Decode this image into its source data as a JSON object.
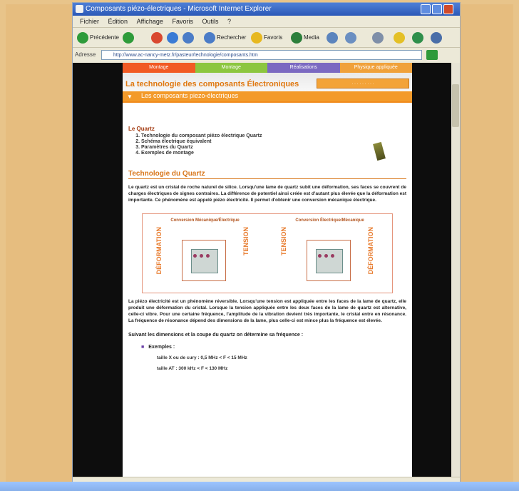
{
  "browser": {
    "title": "Composants piézo-électriques - Microsoft Internet Explorer",
    "menu": [
      "Fichier",
      "Édition",
      "Affichage",
      "Favoris",
      "Outils",
      "?"
    ],
    "toolbar": {
      "back": "Précédente",
      "search": "Rechercher",
      "favorites": "Favoris",
      "media": "Media"
    },
    "address_label": "Adresse",
    "address_value": "http://www.ac-nancy-metz.fr/pasteur/technologie/composants.htm"
  },
  "page": {
    "nav": [
      {
        "label": "Montage",
        "color": "#f15a24"
      },
      {
        "label": "Montage",
        "color": "#8cc63f"
      },
      {
        "label": "Réalisations",
        "color": "#7b69c1"
      },
      {
        "label": "Physique appliquée",
        "color": "#f0a13a"
      }
    ],
    "banner_title": "La technologie des composants Électroniques",
    "banner_select": "· · · · · · · · ·",
    "subbar_title": "Les composants piezo-électriques",
    "toc_title": "Le Quartz",
    "toc": [
      "Technologie du composant piézo électrique Quartz",
      "Schéma électrique équivalent",
      "Paramètres du Quartz",
      "Exemples de montage"
    ],
    "section_title": "Technologie du Quartz",
    "para1": "Le quartz est un cristal de roche naturel de silice. Lorsqu'une lame de quartz subit une déformation, ses faces se couvrent de charges électriques de signes contraires. La différence de potentiel ainsi créée est d'autant plus élevée que la déformation est importante. Ce phénomène est appelé piézo électricité. Il permet d'obtenir une conversion mécanique électrique.",
    "diagram": {
      "left_title": "Conversion Mécanique/Électrique",
      "right_title": "Conversion Électrique/Mécanique",
      "left_v1": "DÉFORMATION",
      "left_v2": "TENSION",
      "right_v1": "TENSION",
      "right_v2": "DÉFORMATION"
    },
    "para2": "La piézo électricité est un phénomène réversible. Lorsqu'une tension est appliquée entre les faces de la lame de quartz, elle produit une déformation du cristal. Lorsque la tension appliquée entre les deux faces de la lame de quartz est alternative, celle-ci vibre. Pour une certaine fréquence, l'amplitude de la vibration devient très importante, le cristal entre en résonance. La fréquence de résonance dépend des dimensions de la lame, plus celle-ci est mince plus la fréquence est élevée.",
    "subheading": "Suivant les dimensions et la coupe du quartz on détermine sa fréquence :",
    "examples_label": "Exemples :",
    "examples": [
      "taille X ou de cury : 0,5 MHz < F < 15 MHz",
      "taille AT : 300 kHz < F < 130 MHz"
    ]
  }
}
